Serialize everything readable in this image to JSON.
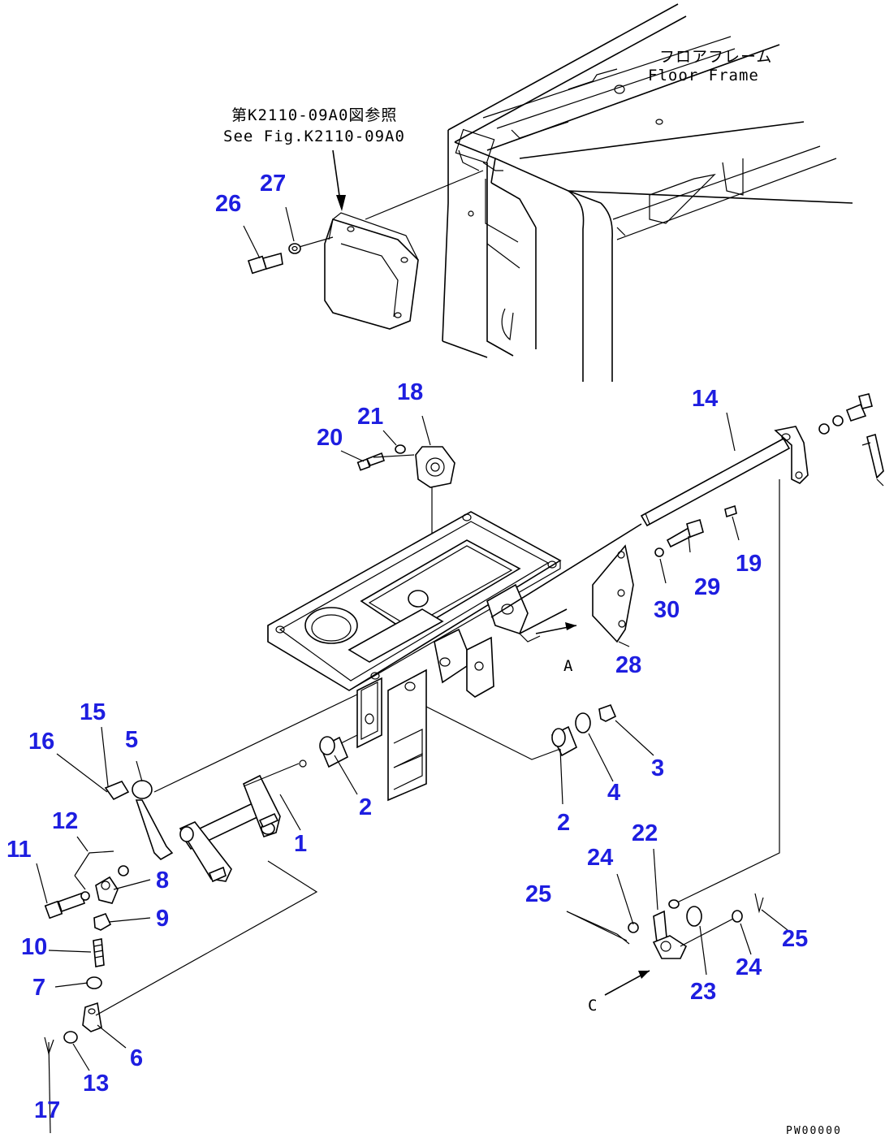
{
  "notes": {
    "floor_frame_jp": "フロアフレーム",
    "floor_frame_en": "Floor Frame",
    "see_fig_jp": "第K2110-09A0図参照",
    "see_fig_en": "See Fig.K2110-09A0",
    "view_a": "A",
    "view_c": "C",
    "drawing_code": "PW00000"
  },
  "parts": [
    {
      "num": "1"
    },
    {
      "num": "2"
    },
    {
      "num": "2"
    },
    {
      "num": "3"
    },
    {
      "num": "4"
    },
    {
      "num": "5"
    },
    {
      "num": "6"
    },
    {
      "num": "7"
    },
    {
      "num": "8"
    },
    {
      "num": "9"
    },
    {
      "num": "10"
    },
    {
      "num": "11"
    },
    {
      "num": "12"
    },
    {
      "num": "13"
    },
    {
      "num": "14"
    },
    {
      "num": "15"
    },
    {
      "num": "16"
    },
    {
      "num": "17"
    },
    {
      "num": "18"
    },
    {
      "num": "19"
    },
    {
      "num": "20"
    },
    {
      "num": "21"
    },
    {
      "num": "22"
    },
    {
      "num": "23"
    },
    {
      "num": "24"
    },
    {
      "num": "24"
    },
    {
      "num": "25"
    },
    {
      "num": "25"
    },
    {
      "num": "26"
    },
    {
      "num": "27"
    },
    {
      "num": "28"
    },
    {
      "num": "29"
    },
    {
      "num": "30"
    }
  ],
  "colors": {
    "part_number": "#1e1ee0",
    "line": "#000000",
    "background": "#ffffff"
  }
}
